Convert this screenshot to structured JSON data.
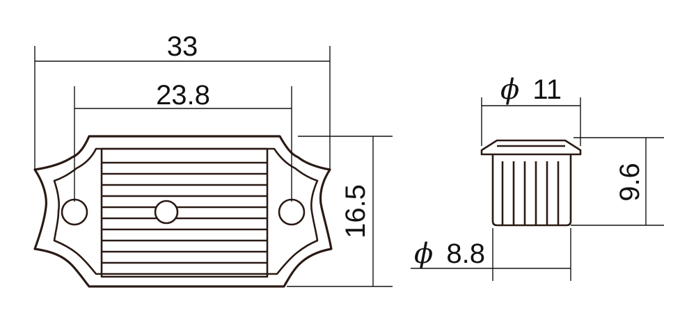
{
  "dimensions": {
    "overall_width": "33",
    "slot_width": "23.8",
    "height": "16.5",
    "knob_top_diameter": "11",
    "knob_bottom_diameter": "8.8",
    "knob_height": "9.6",
    "diameter_symbol": "ϕ"
  },
  "colors": {
    "outline": "#2a1a14",
    "dimension_line": "#111111",
    "background": "#ffffff"
  },
  "icons": {
    "mounting_hole": "circle",
    "knob_screw": "circle"
  }
}
